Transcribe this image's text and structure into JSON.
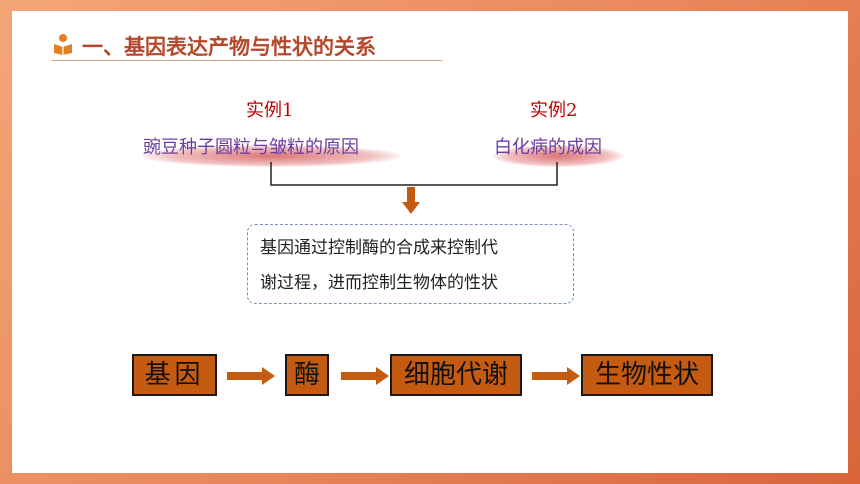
{
  "section": {
    "icon": "reading-person-icon",
    "title": "一、基因表达产物与性状的关系"
  },
  "examples": [
    {
      "label": "实例1",
      "text": "豌豆种子圆粒与皱粒的原因"
    },
    {
      "label": "实例2",
      "text": "白化病的成因"
    }
  ],
  "summary": {
    "line1": "基因通过控制酶的合成来控制代",
    "line2": "谢过程，进而控制生物体的性状"
  },
  "chain": [
    "基因",
    "酶",
    "细胞代谢",
    "生物性状"
  ],
  "colors": {
    "accent": "#c55a11",
    "title": "#b5472a",
    "example_label": "#c00000",
    "example_text": "#6a3ea0",
    "border_gradient": "#e8855a"
  }
}
